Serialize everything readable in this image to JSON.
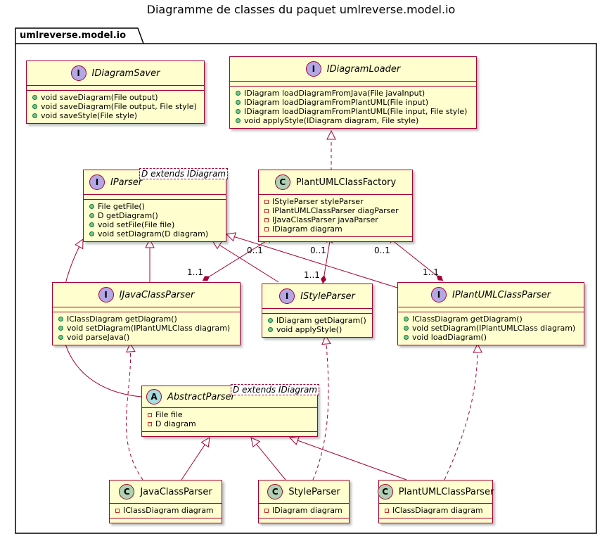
{
  "title": "Diagramme de classes du paquet umlreverse.model.io",
  "package": {
    "name": "umlreverse.model.io"
  },
  "colors": {
    "class_bg": "#FEFECE",
    "border": "#A80036",
    "interface_spot": "#B4A7E5",
    "class_spot": "#ADD1B2",
    "abstract_spot": "#A9DCDF"
  },
  "classes": {
    "IDiagramSaver": {
      "spot": "I",
      "name": "IDiagramSaver",
      "fields": [],
      "methods": [
        "void saveDiagram(File output)",
        "void saveDiagram(File output, File style)",
        "void saveStyle(File style)"
      ]
    },
    "IDiagramLoader": {
      "spot": "I",
      "name": "IDiagramLoader",
      "fields": [],
      "methods": [
        "IDiagram loadDiagramFromJava(File javaInput)",
        "IDiagram loadDiagramFromPlantUML(File input)",
        "IDiagram loadDiagramFromPlantUML(File input, File style)",
        "void applyStyle(IDiagram diagram, File style)"
      ]
    },
    "IParser": {
      "spot": "I",
      "name": "IParser",
      "tparam": "D extends IDiagram",
      "fields": [],
      "methods": [
        "File getFile()",
        "D getDiagram()",
        "void setFile(File file)",
        "void setDiagram(D diagram)"
      ]
    },
    "PlantUMLClassFactory": {
      "spot": "C",
      "name": "PlantUMLClassFactory",
      "fields": [
        "IStyleParser styleParser",
        "IPlantUMLClassParser diagParser",
        "IJavaClassParser javaParser",
        "IDiagram diagram"
      ],
      "methods": []
    },
    "IJavaClassParser": {
      "spot": "I",
      "name": "IJavaClassParser",
      "fields": [],
      "methods": [
        "IClassDiagram getDiagram()",
        "void setDiagram(IPlantUMLClass diagram)",
        "void parseJava()"
      ]
    },
    "IStyleParser": {
      "spot": "I",
      "name": "IStyleParser",
      "fields": [],
      "methods": [
        "IDiagram getDiagram()",
        "void applyStyle()"
      ]
    },
    "IPlantUMLClassParser": {
      "spot": "I",
      "name": "IPlantUMLClassParser",
      "fields": [],
      "methods": [
        "IClassDiagram getDiagram()",
        "void setDiagram(IPlantUMLClass diagram)",
        "void loadDiagram()"
      ]
    },
    "AbstractParser": {
      "spot": "A",
      "name": "AbstractParser",
      "tparam": "D extends IDiagram",
      "fields": [
        "File file",
        "D diagram"
      ],
      "methods": []
    },
    "JavaClassParser": {
      "spot": "C",
      "name": "JavaClassParser",
      "fields": [
        "IClassDiagram diagram"
      ],
      "methods": []
    },
    "StyleParser": {
      "spot": "C",
      "name": "StyleParser",
      "fields": [
        "IDiagram diagram"
      ],
      "methods": []
    },
    "PlantUMLClassParser": {
      "spot": "C",
      "name": "PlantUMLClassParser",
      "fields": [
        "IClassDiagram diagram"
      ],
      "methods": []
    }
  },
  "multiplicities": {
    "java_factory": "0..1",
    "java_part": "1..1",
    "style_factory": "0..1",
    "style_part": "1..1",
    "plant_factory": "0..1",
    "plant_part": "1..1"
  }
}
